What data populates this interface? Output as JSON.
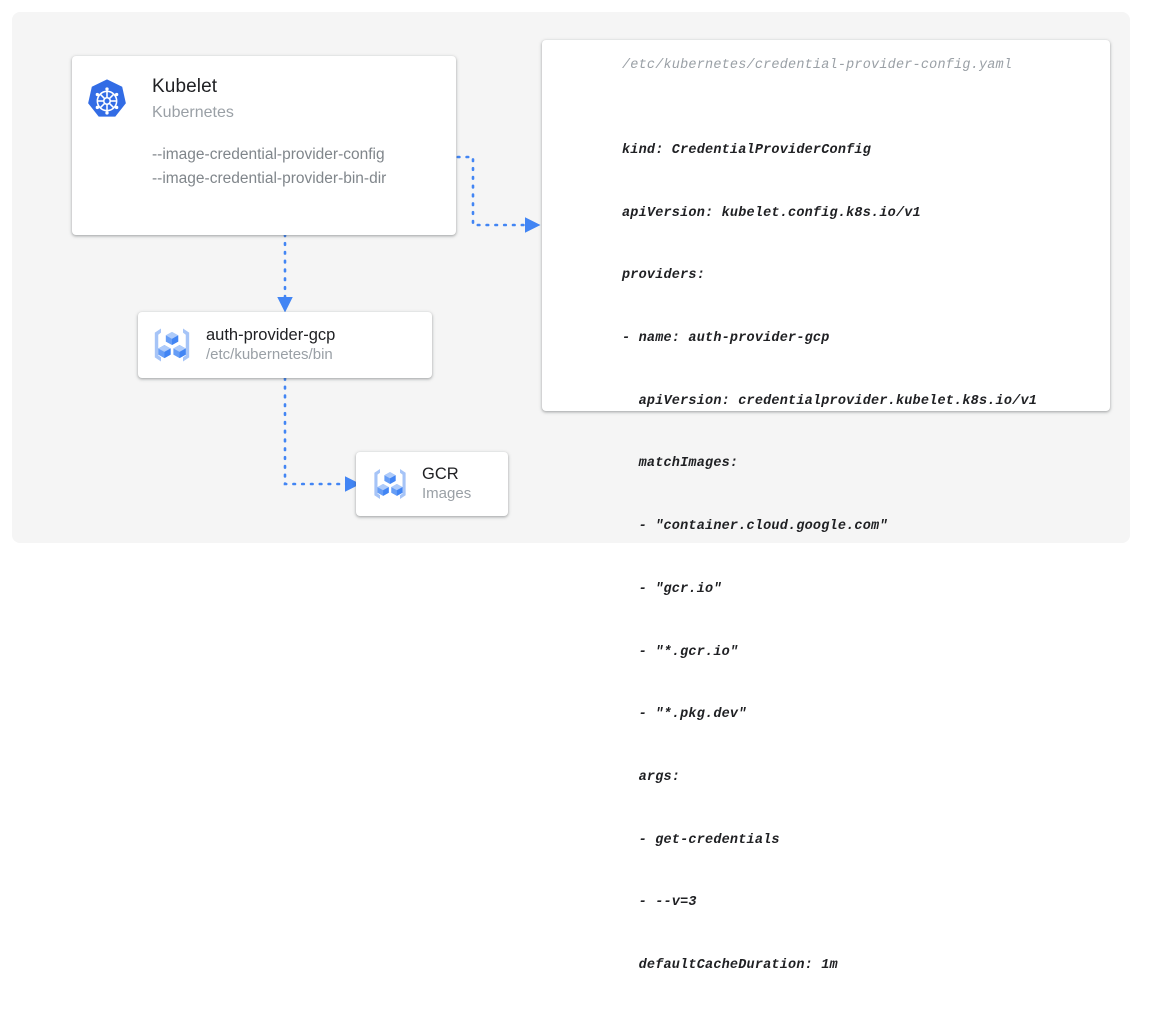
{
  "diagram": {
    "background_color": "#f5f5f5",
    "accent_color": "#4285f4",
    "kubelet_card": {
      "icon": "kubernetes-logo-icon",
      "title": "Kubelet",
      "subtitle": "Kubernetes",
      "flags": [
        "--image-credential-provider-config",
        "--image-credential-provider-bin-dir"
      ]
    },
    "provider_card": {
      "icon": "gcp-container-registry-icon",
      "title": "auth-provider-gcp",
      "subtitle": "/etc/kubernetes/bin"
    },
    "gcr_card": {
      "icon": "gcp-container-registry-icon",
      "title": "GCR",
      "subtitle": "Images"
    },
    "yaml_card": {
      "path": "/etc/kubernetes/credential-provider-config.yaml",
      "lines": [
        "kind: CredentialProviderConfig",
        "apiVersion: kubelet.config.k8s.io/v1",
        "providers:",
        "- name: auth-provider-gcp",
        "  apiVersion: credentialprovider.kubelet.k8s.io/v1",
        "  matchImages:",
        "  - \"container.cloud.google.com\"",
        "  - \"gcr.io\"",
        "  - \"*.gcr.io\"",
        "  - \"*.pkg.dev\"",
        "  args:",
        "  - get-credentials",
        "  - --v=3",
        "  defaultCacheDuration: 1m"
      ]
    },
    "connectors": [
      {
        "name": "kubelet-to-yaml-config",
        "from": "kubelet-card",
        "to": "yaml-card",
        "style": "dotted-arrow"
      },
      {
        "name": "kubelet-to-auth-provider",
        "from": "kubelet-card",
        "to": "provider-card",
        "style": "dotted-arrow"
      },
      {
        "name": "auth-provider-to-gcr",
        "from": "provider-card",
        "to": "gcr-card",
        "style": "dotted-arrow"
      }
    ]
  }
}
